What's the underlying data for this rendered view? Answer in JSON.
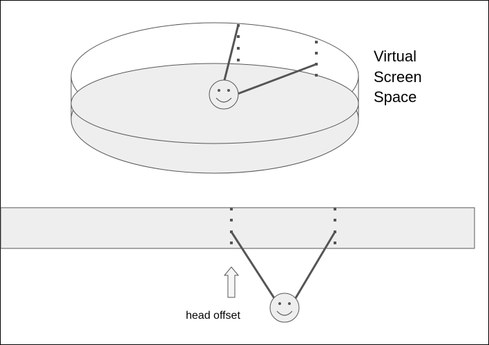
{
  "labels": {
    "virtual_screen_space": [
      "Virtual",
      "Screen",
      "Space"
    ],
    "head_offset": "head offset"
  },
  "colors": {
    "background": "#ffffff",
    "frame_border": "#000000",
    "surface_fill": "#eeeeee",
    "surface_stroke": "#555555",
    "sightline": "#555555",
    "marker_dots": "#555555"
  },
  "icons": {
    "head": "smiley-face-icon",
    "offset": "up-arrow-icon"
  }
}
